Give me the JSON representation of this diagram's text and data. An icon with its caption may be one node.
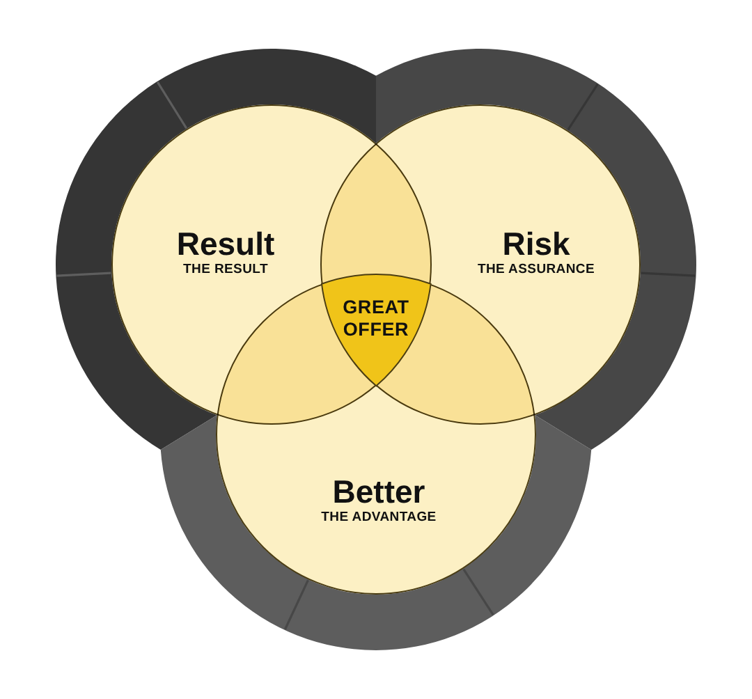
{
  "diagram": {
    "nodes": [
      {
        "text": [
          "Result",
          "THE RESULT"
        ]
      },
      {
        "text": [
          "Risk",
          "THE ASSURANCE"
        ]
      },
      {
        "text": [
          "GREAT OFFER"
        ]
      },
      {
        "text": [
          "Better",
          "THE ADVANTAGE"
        ]
      }
    ]
  }
}
